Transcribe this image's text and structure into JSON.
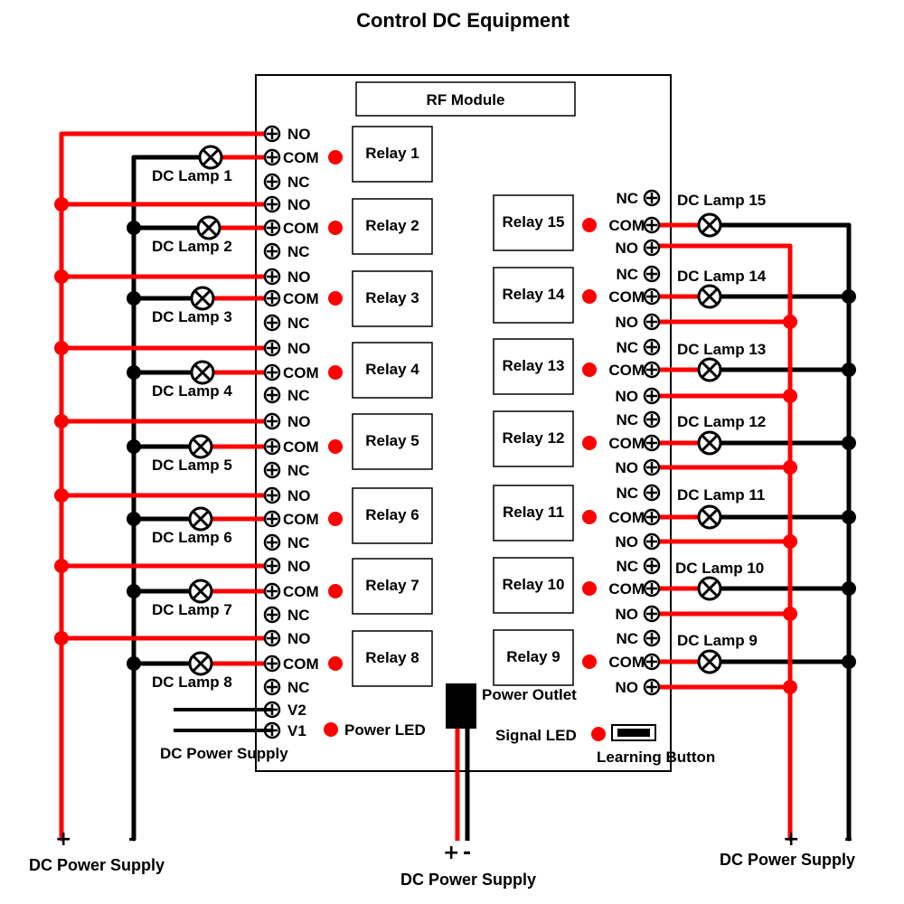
{
  "title": "Control DC Equipment",
  "rf_module": "RF Module",
  "relays_left": [
    "Relay 1",
    "Relay 2",
    "Relay 3",
    "Relay 4",
    "Relay 5",
    "Relay 6",
    "Relay 7",
    "Relay 8"
  ],
  "relays_right": [
    "Relay 15",
    "Relay 14",
    "Relay 13",
    "Relay 12",
    "Relay 11",
    "Relay 10",
    "Relay 9"
  ],
  "lamps_left": [
    "DC Lamp 1",
    "DC Lamp 2",
    "DC Lamp 3",
    "DC Lamp 4",
    "DC Lamp 5",
    "DC Lamp 6",
    "DC Lamp 7",
    "DC Lamp 8"
  ],
  "lamps_right": [
    "DC Lamp 15",
    "DC Lamp 14",
    "DC Lamp 13",
    "DC Lamp 12",
    "DC Lamp 11",
    "DC Lamp 10",
    "DC Lamp 9"
  ],
  "terminals": {
    "no": "NO",
    "com": "COM",
    "nc": "NC",
    "v1": "V1",
    "v2": "V2"
  },
  "labels": {
    "power_outlet": "Power Outlet",
    "power_led": "Power LED",
    "signal_led": "Signal LED",
    "learning_button": "Learning Button",
    "dc_power_supply": "DC Power Supply",
    "plus": "+",
    "minus": "-"
  },
  "colors": {
    "wire_positive": "#ff0000",
    "wire_negative": "#000000",
    "led": "#ff0000"
  }
}
